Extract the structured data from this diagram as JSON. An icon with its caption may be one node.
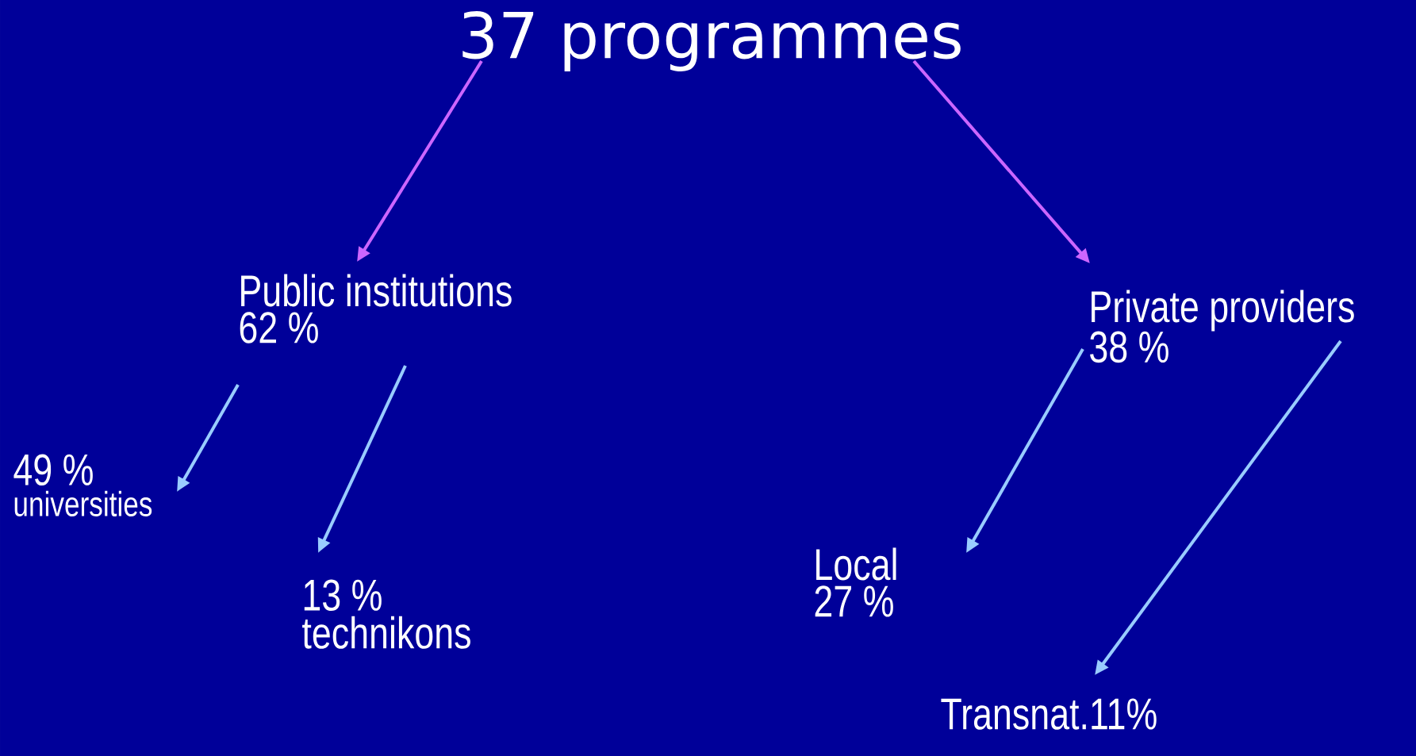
{
  "diagram": {
    "nodes": [
      {
        "text": [
          "37 programmes"
        ]
      },
      {
        "text": [
          "Public institutions",
          "62 %"
        ]
      },
      {
        "text": [
          "49 %",
          "universities"
        ]
      },
      {
        "text": [
          "13 %",
          "technikons"
        ]
      },
      {
        "text": [
          "Private providers",
          "38 %"
        ]
      },
      {
        "text": [
          "Local",
          "27 %"
        ]
      },
      {
        "text": [
          "Transnat.11%"
        ]
      }
    ],
    "edges": [
      {
        "from": 0,
        "to": 1,
        "arrow": "to",
        "color": "#cc66ff"
      },
      {
        "from": 0,
        "to": 4,
        "arrow": "to",
        "color": "#cc66ff"
      },
      {
        "from": 1,
        "to": 2,
        "arrow": "to"
      },
      {
        "from": 1,
        "to": 3,
        "arrow": "to"
      },
      {
        "from": 4,
        "to": 5,
        "arrow": "to"
      },
      {
        "from": 4,
        "to": 6,
        "arrow": "to"
      }
    ]
  }
}
